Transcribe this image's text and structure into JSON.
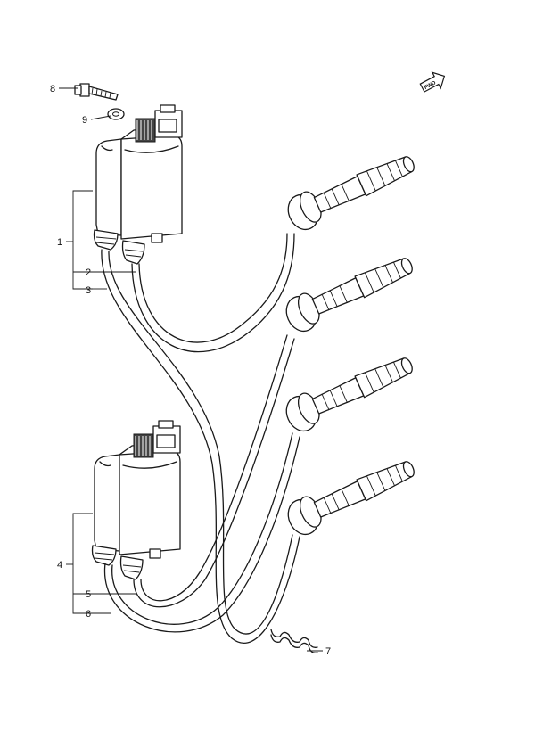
{
  "callouts": [
    {
      "id": "c1",
      "number": "1"
    },
    {
      "id": "c2",
      "number": "2"
    },
    {
      "id": "c3",
      "number": "3"
    },
    {
      "id": "c4",
      "number": "4"
    },
    {
      "id": "c5",
      "number": "5"
    },
    {
      "id": "c6",
      "number": "6"
    },
    {
      "id": "c7",
      "number": "7"
    },
    {
      "id": "c8",
      "number": "8"
    },
    {
      "id": "c9",
      "number": "9"
    }
  ],
  "labels": {
    "front_arrow": "FWD"
  },
  "icons": {
    "front_arrow": "front-direction-arrow-icon"
  }
}
